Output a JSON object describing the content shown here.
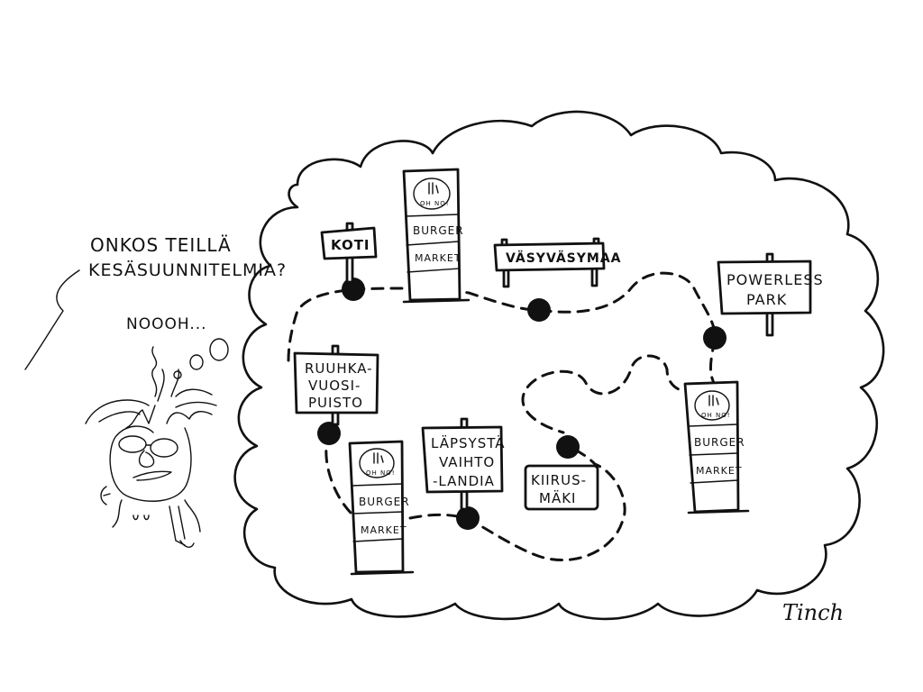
{
  "speech": {
    "question_line1": "ONKOS TEILLÄ",
    "question_line2": "KESÄSUUNNITELMIA?",
    "answer": "NOOOH..."
  },
  "places": {
    "koti": "KOTI",
    "vasyvasymaa": "VÄSYVÄSYMAA",
    "powerless_line1": "POWERLESS",
    "powerless_line2": "PARK",
    "ruuhka_line1": "RUUHKA-",
    "ruuhka_line2": "VUOSI-",
    "ruuhka_line3": "PUISTO",
    "lapsysta_line1": "LÄPSYSTÄ",
    "lapsysta_line2": "VAIHTO",
    "lapsysta_line3": "-LANDIA",
    "kiirus_line1": "KIIRUS-",
    "kiirus_line2": "MÄKI"
  },
  "burger_sign": {
    "badge": "OH NO!",
    "line1": "BURGER",
    "line2": "MARKET"
  },
  "signature": "Tinch"
}
